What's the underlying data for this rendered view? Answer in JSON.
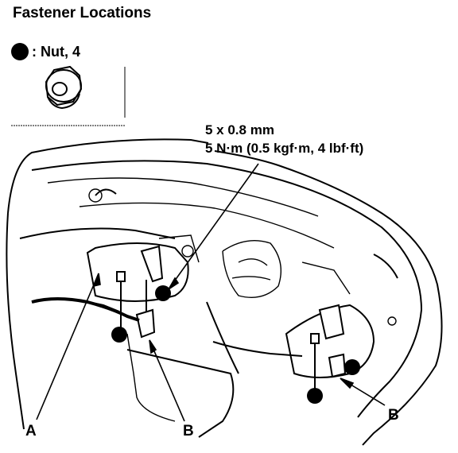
{
  "title": "Fastener Locations",
  "legend": {
    "symbol_name": "black-dot-icon",
    "label": ": Nut, 4"
  },
  "spec": {
    "size": "5 x 0.8 mm",
    "torque": "5 N·m (0.5 kgf·m, 4 lbf·ft)"
  },
  "callouts": {
    "a": "A",
    "b_left": "B",
    "b_right": "B"
  },
  "colors": {
    "ink": "#000000",
    "paper": "#ffffff"
  }
}
